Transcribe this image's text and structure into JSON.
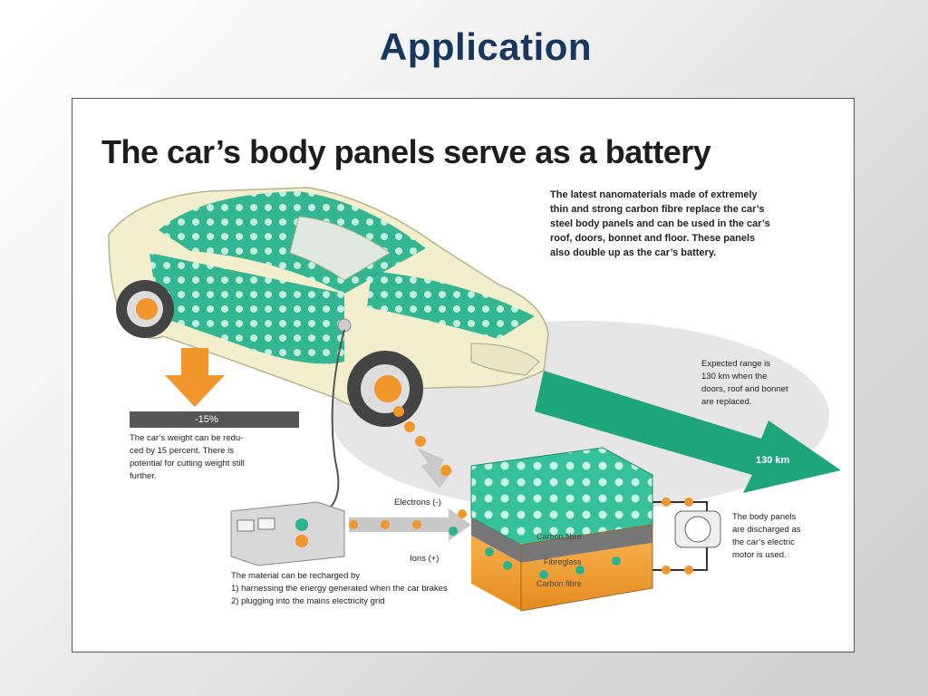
{
  "slide": {
    "title": "Application"
  },
  "figure": {
    "headline": "The car’s body panels serve as a battery",
    "description": [
      "The latest nanomaterials made of extremely",
      "thin and strong carbon fibre replace the car’s",
      "steel body panels and can be used in the car’s",
      "roof, doors, bonnet and floor. These panels",
      "also double up as the car’s battery."
    ],
    "range_note": [
      "Expected range is",
      "130 km when the",
      "doors, roof and bonnet",
      "are replaced."
    ],
    "range_label": "130 km",
    "weight_bar": "-15%",
    "weight_note": [
      "The car’s weight can be redu-",
      "ced by 15 percent. There is",
      "potential for cutting weight still",
      "further."
    ],
    "electrons_label": "Electrons (-)",
    "ions_label": "Ions (+)",
    "layers": [
      "Carbon fibre",
      "Fibreglass",
      "Carbon fibre"
    ],
    "discharge_note": [
      "The body panels",
      "are discharged as",
      "the car’s electric",
      "motor is used."
    ],
    "recharge_note": [
      "The material can be recharged by",
      "1) harnessing the energy generated when the car brakes",
      "2) plugging into the mains electricity grid"
    ]
  },
  "colors": {
    "title": "#17375e",
    "panel_green": "#2bb38f",
    "arrow_green": "#1fa57c",
    "arrow_orange": "#f0962b",
    "car_body": "#f3efcc"
  }
}
